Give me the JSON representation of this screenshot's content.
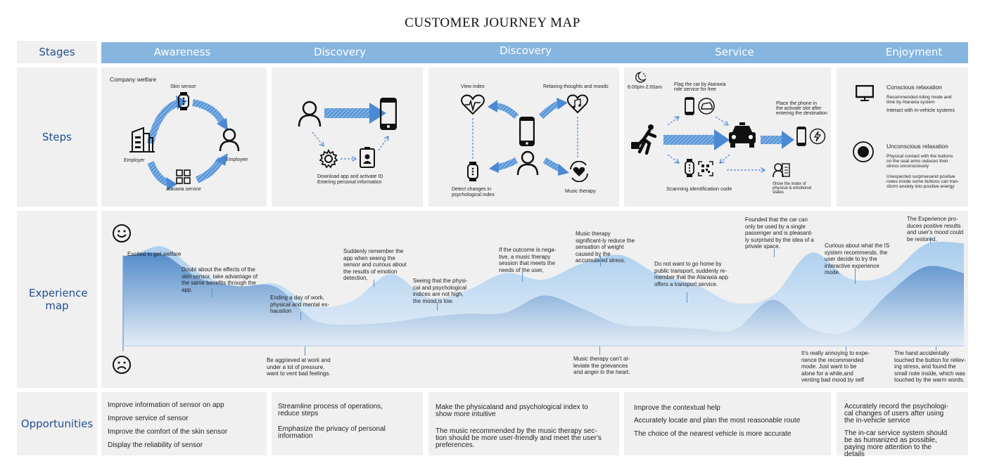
{
  "title": "CUSTOMER JOURNEY MAP",
  "rows": {
    "stages": "Stages",
    "steps": "Steps",
    "experience": "Experience map",
    "opportunities": "Opportunities"
  },
  "stages": [
    "Awareness",
    "Discovery",
    "Discovery",
    "Service",
    "Enjoyment"
  ],
  "steps": {
    "awareness": {
      "heading": "Company welfare",
      "skin_sensor": "Skin sensor",
      "employer": "Employer",
      "employee": "Employee",
      "service": "Ataraxia service"
    },
    "discovery1": {
      "caption1": "Download app and activate ID",
      "caption2": "Entering personal information"
    },
    "discovery2": {
      "view_index": "View index",
      "relaxing": "Relaxing thoughts and moods",
      "detect1": "Detect changes in",
      "detect2": "psychological index",
      "music": "Music therapy"
    },
    "service": {
      "time": "6:00pm-2:00am",
      "flag1": "Flag the car by Ataraxia",
      "flag2": "ride service for free",
      "place1": "Place the phone in",
      "place2": "the activate slot after",
      "place3": "entering the destination",
      "scan": "Scanning identification code",
      "show1": "Show the index of",
      "show2": "physical & emotional",
      "show3": "states"
    },
    "enjoyment": {
      "conscious_title": "Conscious relaxation",
      "conscious_1a": "Recommended riding mode and",
      "conscious_1b": "time by Ataraxia system",
      "conscious_2": "Interact with in-vehicle systems",
      "unconscious_title": "Unconscious relaxation",
      "unconscious_1a": "Physical contact with the buttons",
      "unconscious_1b": "on the seat arms reduces their",
      "unconscious_1c": "stress unconsciously",
      "unconscious_2a": "Unexpected surprisesand positive",
      "unconscious_2b": "notes inside some buttons can tran-",
      "unconscious_2c": "sform anxiety into positive energy"
    }
  },
  "experience": {
    "positive_icon": "smiley-face",
    "negative_icon": "sad-face",
    "upper_annotations": [
      "Excited to get welfare",
      "Doubt about the effects of the skin sensor, take advantage of the same benefits through the app.",
      "Ending a day of work, physical and mental ex-haustion",
      "Suddenly remember the app when seeing the sensor and curious about the results of emotion detection,",
      "Seeing that the physi-cal and psychological indices are not  high, the mood is low.",
      "If the outcome is nega-tive, a music therapy session that meets the needs of the user,",
      "Music therapy significant-ly reduce the sensation of weight caused by the accumulated stress.",
      "Do not want to go home by public transport, suddenly re-member that the Ataraxia app offers a transport service.",
      "Founded that the car can only be used by a single passenger and is pleasant-ly surprised by the idea of a private space.",
      "Curious about what the IS system recommends, the user decide to try the interactive experience mode.",
      "The Experience pro-duces positive results and user's mood could be restored."
    ],
    "lower_annotations": [
      "Be aggrieved at work and under a lot of pressure, want to vent bad feelings.",
      "Music therapy can't al-leviate the grievances and anger in the heart.",
      "It's really annoying to expe-rience the recommended mode. Just want to be alone for a while,and venting bad mood by self",
      "The hand accidentally touched the button for reliev-ing stress, and found the small note inside, which was touched by the warm words."
    ],
    "curves": {
      "upper_mood": [
        0.78,
        0.93,
        0.68,
        0.55,
        0.58,
        0.37,
        0.42,
        0.67,
        0.45,
        0.52,
        0.68,
        0.62,
        0.77,
        0.85,
        0.67,
        0.57,
        0.4,
        0.47,
        0.87,
        0.63,
        0.66,
        0.95,
        0.96
      ],
      "lower_mood": [
        0.84,
        0.86,
        0.63,
        0.56,
        0.55,
        0.24,
        0.2,
        0.22,
        0.27,
        0.3,
        0.31,
        0.47,
        0.35,
        0.2,
        0.18,
        0.16,
        0.15,
        0.43,
        0.16,
        0.14,
        0.48,
        0.74,
        0.68
      ]
    }
  },
  "opportunities": {
    "awareness": [
      "Improve information of sensor on app",
      "Improve service of sensor",
      "Improve the comfort of the skin sensor",
      "Display the reliability of sensor"
    ],
    "discovery1": [
      "Streamline process of operations, reduce steps",
      "Emphasize the privacy of personal information"
    ],
    "discovery2": [
      "Make the physicaland and psychological index to show more intuitive",
      "The music recommended by the music therapy sec-tion should be more user-friendly and meet the user's preferences."
    ],
    "service": [
      "Improve the contextual help",
      "Accurately locate and plan the most reasonable route",
      "The choice of the nearest vehicle is more accurate"
    ],
    "enjoyment": [
      "Accurately record the psychologi-cal changes of users after using the in-vehicle service",
      "The in-car service system should be as humanized as possible, paying more attention to the details"
    ]
  },
  "colors": {
    "stage_bar": "#86b5df",
    "row_label": "#1f4e92",
    "cell_bg": "#f0f0f0",
    "arrow_blue": "#4a8ad4",
    "curve_light": "#b7d5f0",
    "curve_dark": "#4f89c8"
  }
}
